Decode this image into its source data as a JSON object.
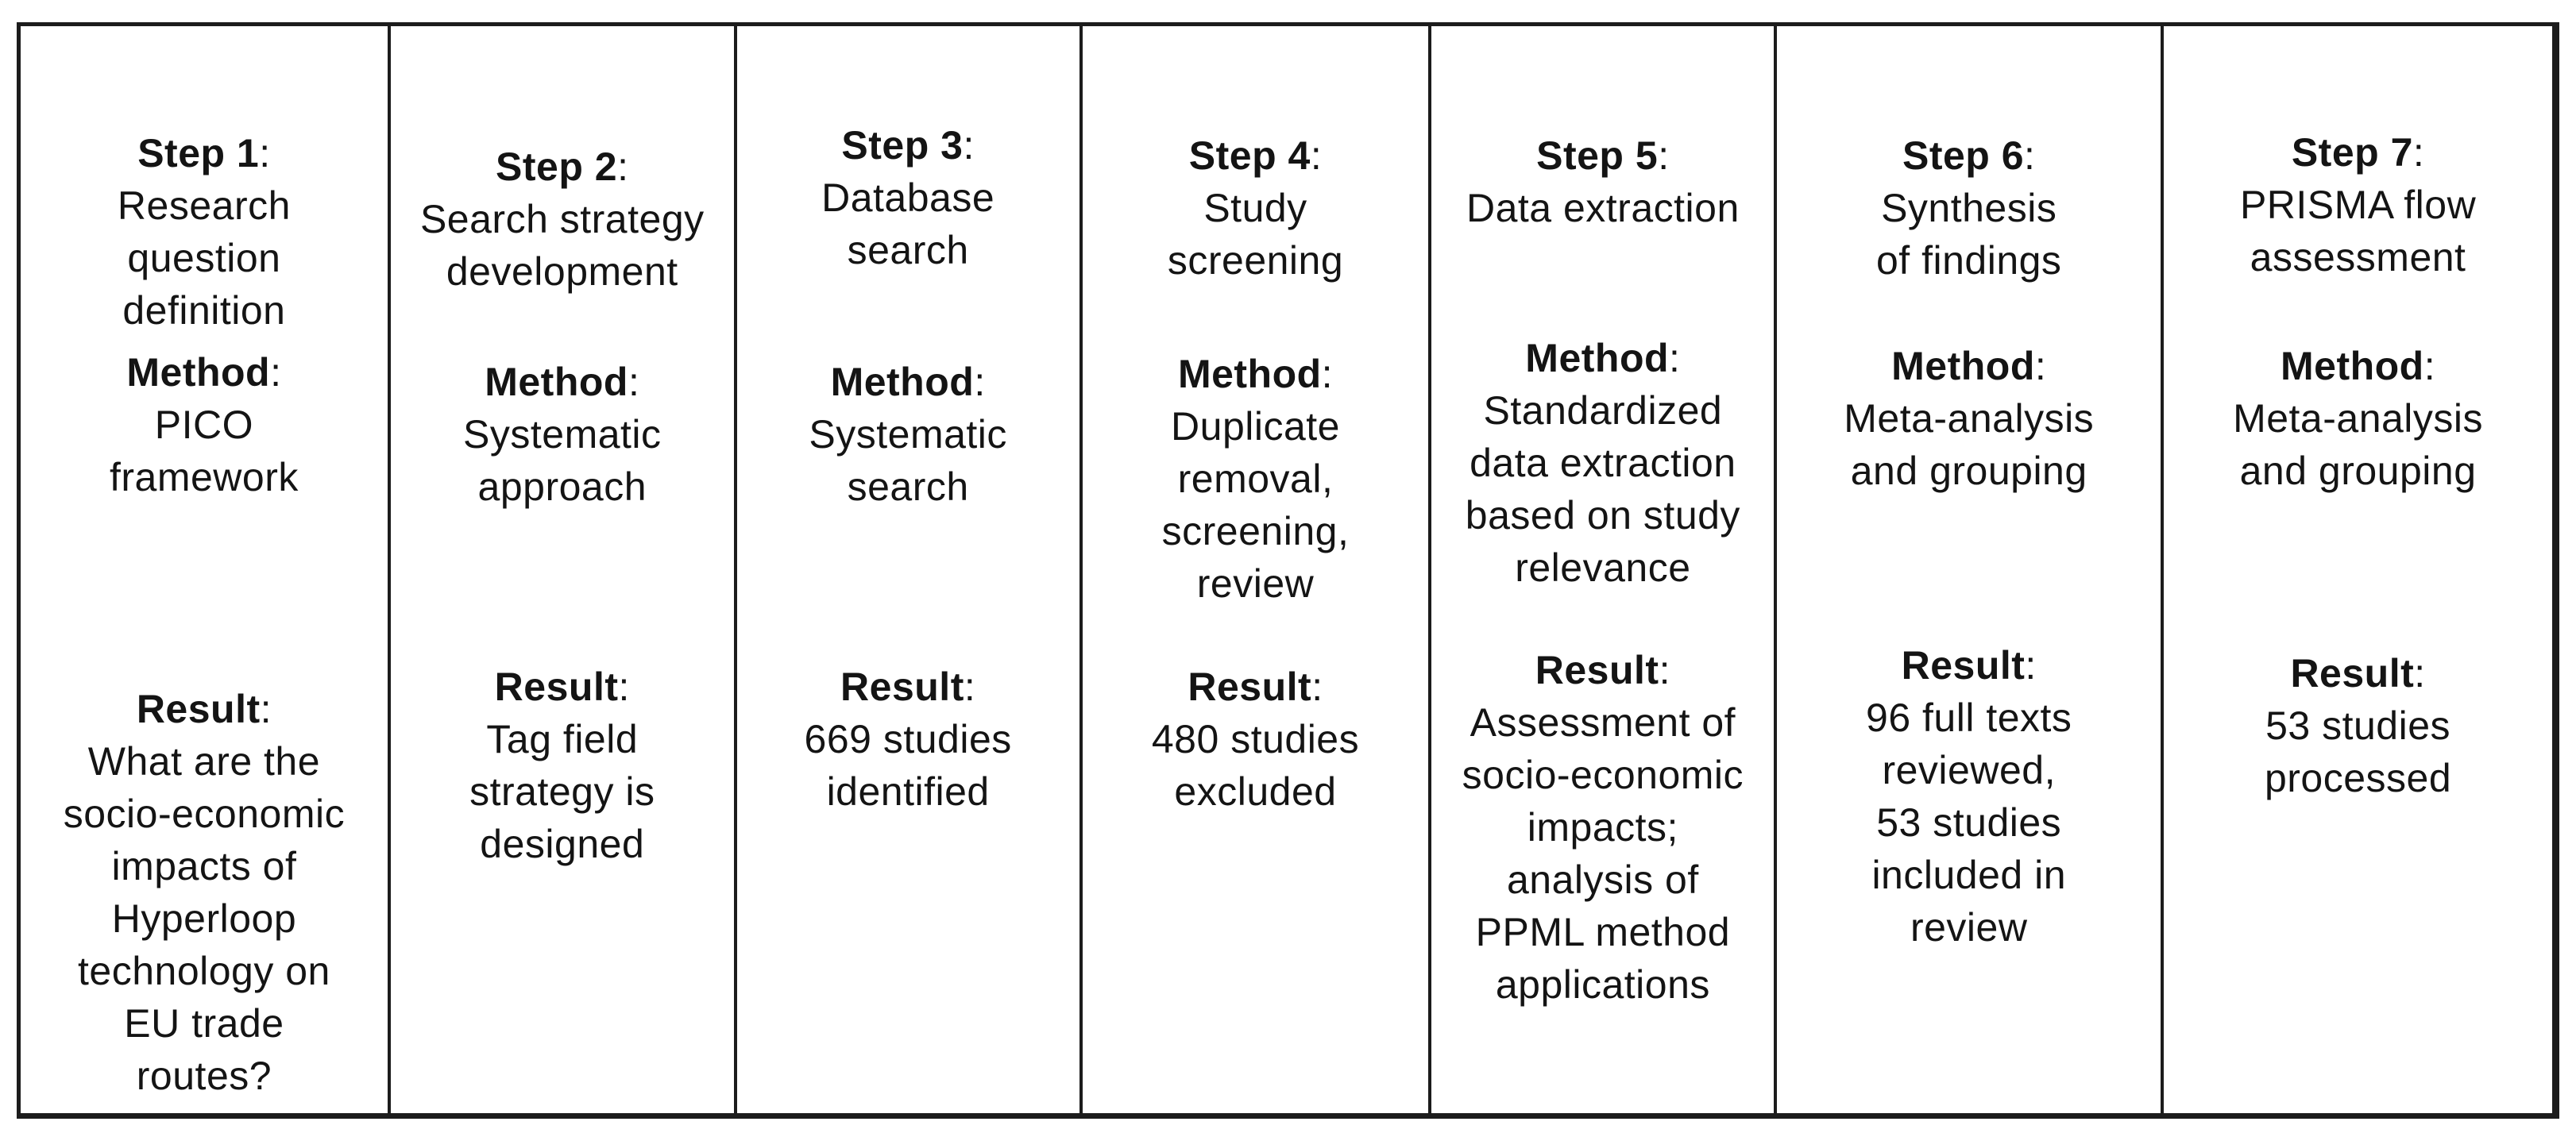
{
  "figure": {
    "type": "seven-step-systematic-review-flow",
    "colon": ":",
    "colors": {
      "background": "#ffffff",
      "border": "#1c1c1c",
      "text": "#141414",
      "result_highlight": "#ffffff"
    },
    "columns": [
      {
        "step_label": "Step 1",
        "step_desc": "Research\nquestion\ndefinition",
        "method_label": "Method",
        "method_desc": "PICO\nframework",
        "result_label": "Result",
        "result_desc": "What are the\nsocio-economic\nimpacts of\nHyperloop\ntechnology on\nEU trade\nroutes?"
      },
      {
        "step_label": "Step 2",
        "step_desc": "Search strategy\ndevelopment",
        "method_label": "Method",
        "method_desc": "Systematic\napproach",
        "result_label": "Result",
        "result_desc": "Tag field\nstrategy is\ndesigned"
      },
      {
        "step_label": "Step 3",
        "step_desc": "Database\nsearch",
        "method_label": "Method",
        "method_desc": "Systematic\nsearch",
        "result_label": "Result",
        "result_desc": "669 studies\nidentified"
      },
      {
        "step_label": "Step 4",
        "step_desc": "Study\nscreening",
        "method_label": "Method",
        "method_desc": "Duplicate\nremoval,\nscreening,\nreview",
        "result_label": "Result",
        "result_desc": "480 studies\nexcluded"
      },
      {
        "step_label": "Step 5",
        "step_desc": "Data extraction",
        "method_label": "Method",
        "method_desc": "Standardized\ndata extraction\nbased on study\nrelevance",
        "result_label": "Result",
        "result_desc": "Assessment of\nsocio-economic\nimpacts;\nanalysis of\nPPML method\napplications"
      },
      {
        "step_label": "Step 6",
        "step_desc": "Synthesis\nof findings",
        "method_label": "Method",
        "method_desc": "Meta-analysis\nand grouping",
        "result_label": "Result",
        "result_desc": "96 full texts\nreviewed,\n53 studies\nincluded in\nreview"
      },
      {
        "step_label": "Step 7",
        "step_desc": "PRISMA flow\nassessment",
        "method_label": "Method",
        "method_desc": "Meta-analysis\nand grouping",
        "result_label": "Result",
        "result_desc": "53 studies\nprocessed"
      }
    ]
  }
}
